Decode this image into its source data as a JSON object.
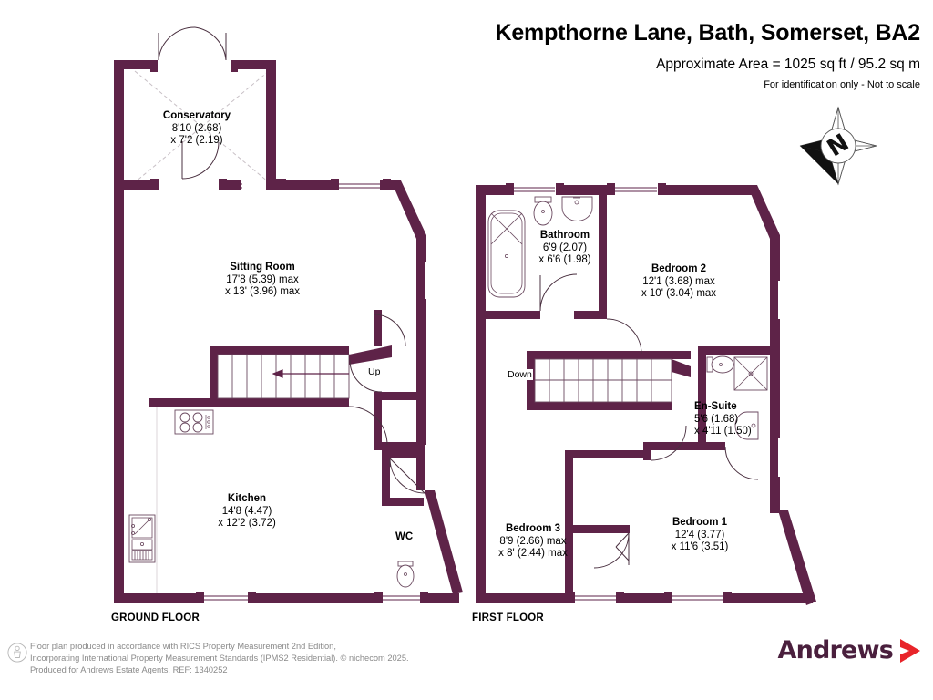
{
  "header": {
    "title": "Kempthorne Lane, Bath, Somerset, BA2",
    "area": "Approximate Area = 1025 sq ft / 95.2 sq m",
    "disclaimer": "For identification only - Not to scale"
  },
  "colors": {
    "wall": "#5e2348",
    "wall_light": "#b79aab",
    "fixture_outline": "#6b4a60",
    "logo_text": "#4a1f3d",
    "logo_chevron": "#e8242a",
    "footer_text": "#8a8a8a",
    "label_text": "#000000"
  },
  "compass": {
    "name": "north-arrow",
    "letter": "N"
  },
  "floors": [
    {
      "id": "ground",
      "label": "GROUND FLOOR",
      "rooms": [
        {
          "name": "Conservatory",
          "dim1": "8'10 (2.68)",
          "dim2": "x 7'2 (2.19)"
        },
        {
          "name": "Sitting Room",
          "dim1": "17'8 (5.39) max",
          "dim2": "x 13' (3.96) max"
        },
        {
          "name": "Kitchen",
          "dim1": "14'8 (4.47)",
          "dim2": "x 12'2 (3.72)"
        }
      ],
      "small_rooms": [
        {
          "name": "WC"
        }
      ],
      "stairs": [
        {
          "label": "Up"
        }
      ]
    },
    {
      "id": "first",
      "label": "FIRST FLOOR",
      "rooms": [
        {
          "name": "Bathroom",
          "dim1": "6'9 (2.07)",
          "dim2": "x 6'6 (1.98)"
        },
        {
          "name": "Bedroom 2",
          "dim1": "12'1 (3.68) max",
          "dim2": "x 10' (3.04) max"
        },
        {
          "name": "En-Suite",
          "dim1": "5'6 (1.68)",
          "dim2": "x 4'11 (1.50)"
        },
        {
          "name": "Bedroom 3",
          "dim1": "8'9 (2.66) max",
          "dim2": "x 8' (2.44) max"
        },
        {
          "name": "Bedroom 1",
          "dim1": "12'4 (3.77)",
          "dim2": "x 11'6 (3.51)"
        }
      ],
      "small_rooms": [],
      "stairs": [
        {
          "label": "Down"
        }
      ]
    }
  ],
  "footer": {
    "line1": "Floor plan produced in accordance with RICS Property Measurement 2nd Edition,",
    "line2": "Incorporating International Property Measurement Standards (IPMS2 Residential).   © nichecom 2025.",
    "line3": "Produced for Andrews Estate Agents.   REF: 1340252"
  },
  "logo": {
    "text": "Andrews"
  }
}
